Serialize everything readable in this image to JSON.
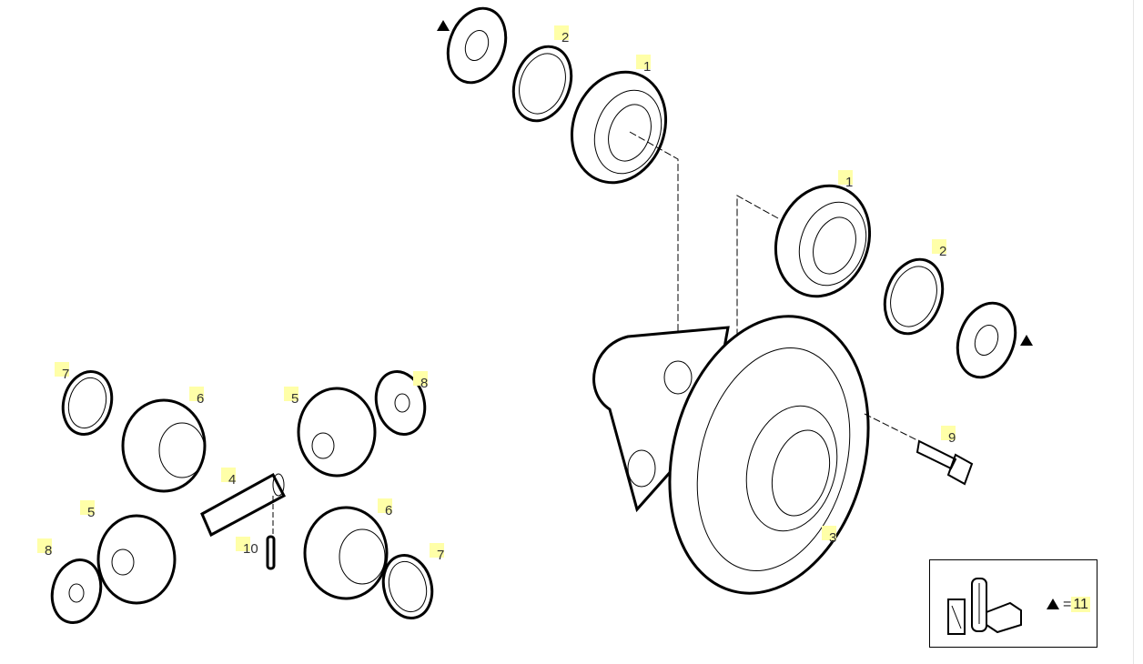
{
  "diagram": {
    "callouts": {
      "washer_top_2": "2",
      "bearing_top_1": "1",
      "bearing_right_1": "1",
      "washer_right_2": "2",
      "housing_3": "3",
      "bolt_9": "9",
      "washer_7a": "7",
      "gear_6a": "6",
      "gear_5a": "5",
      "washer_8a": "8",
      "pin_4": "4",
      "gear_5b": "5",
      "gear_6b": "6",
      "washer_8b": "8",
      "roll_pin_10": "10",
      "washer_7b": "7"
    },
    "legend": {
      "equals": "=",
      "kit_number": "11"
    }
  }
}
